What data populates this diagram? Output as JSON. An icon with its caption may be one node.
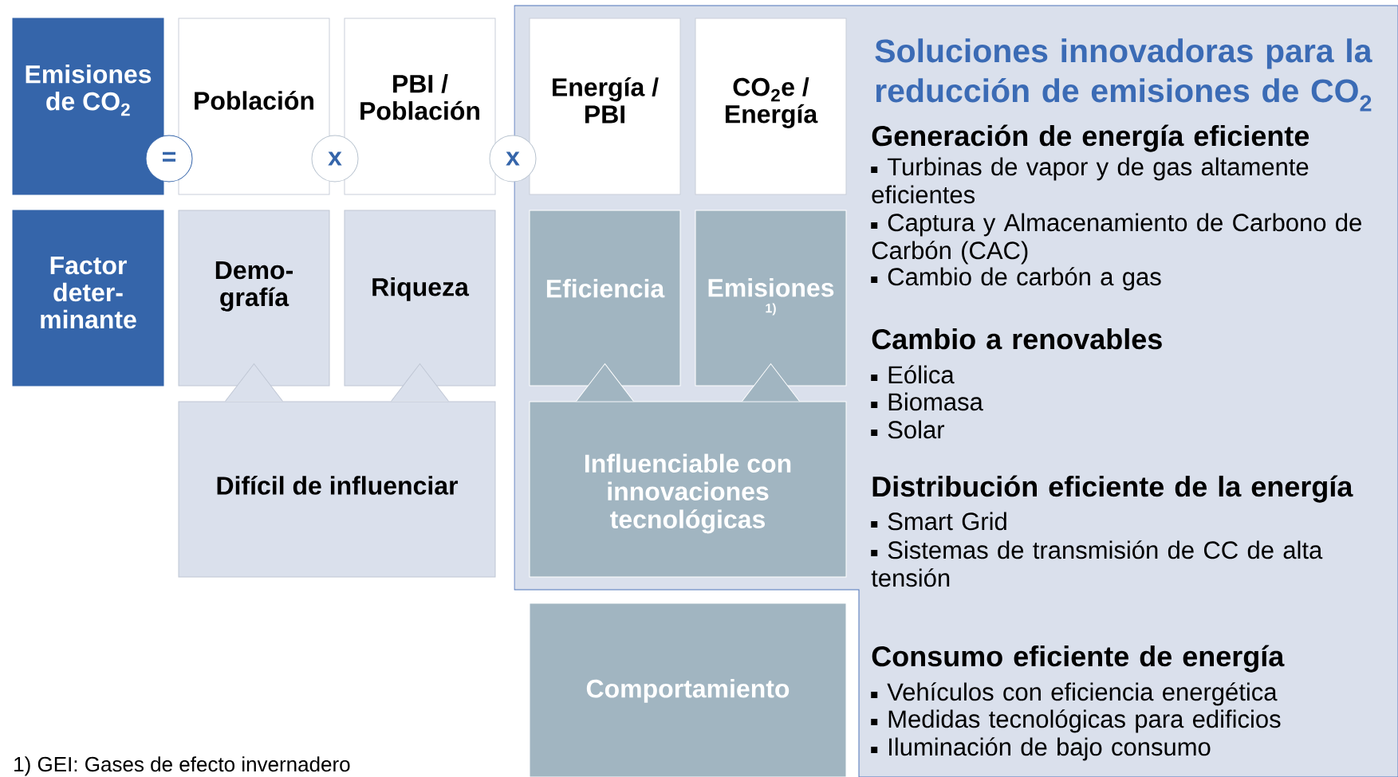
{
  "diagram": {
    "nodes": [
      {
        "text": [
          "Emisiones de CO$_{2}$"
        ]
      },
      {
        "text": [
          "="
        ]
      },
      {
        "text": [
          "Población"
        ]
      },
      {
        "text": [
          "x"
        ]
      },
      {
        "text": [
          "PBI / Población"
        ]
      },
      {
        "text": [
          "x"
        ]
      },
      {
        "text": [
          "Soluciones innovadoras para la reducción de emisiones de CO$_{2}$",
          "Generación de energía eficiente",
          "Turbinas de vapor y de gas altamente eficientes",
          "Captura y Almacenamiento de Carbono de Carbón (CAC)",
          "Cambio de carbón a gas",
          "Cambio a renovables",
          "Eólica",
          "Biomasa",
          "Solar",
          "Distribución eficiente de la energía",
          "Smart Grid",
          "Sistemas de transmisión de CC de alta tensión",
          "Consumo eficiente de energía",
          "Vehículos con eficiencia energética",
          "Medidas tecnológicas para edificios",
          "Iluminación de bajo consumo"
        ]
      },
      {
        "text": [
          "Energía / PBI"
        ],
        "in": 6
      },
      {
        "text": [
          "CO$_{2}$e / Energía"
        ],
        "in": 6
      },
      {
        "text": [
          "Factor deter- minante"
        ]
      },
      {
        "text": [
          "Demo- grafía"
        ]
      },
      {
        "text": [
          "Riqueza"
        ]
      },
      {
        "text": [
          "Eficiencia"
        ],
        "in": 6
      },
      {
        "text": [
          "Emisiones",
          "1)"
        ],
        "in": 6
      },
      {
        "text": [
          "Difícil de influenciar"
        ]
      },
      {
        "text": [
          "Influenciable con innovaciones tecnológicas"
        ],
        "in": 6
      },
      {
        "text": [
          "Comportamiento"
        ]
      }
    ],
    "edges": [
      {
        "from": 14,
        "to": 10,
        "arrow": "to"
      },
      {
        "from": 14,
        "to": 11,
        "arrow": "to"
      },
      {
        "from": 15,
        "to": 12,
        "arrow": "to"
      },
      {
        "from": 15,
        "to": 13,
        "arrow": "to"
      }
    ],
    "labels": [
      "1) GEI: Gases de efecto invernadero"
    ]
  }
}
